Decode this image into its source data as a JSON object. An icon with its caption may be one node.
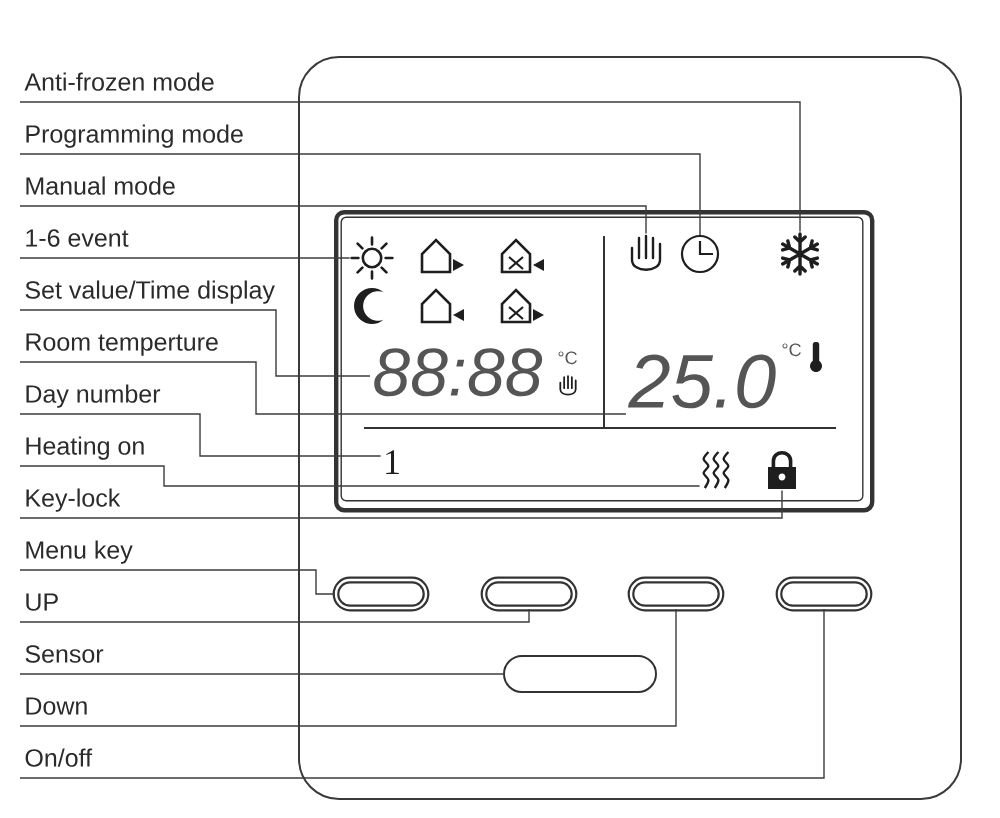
{
  "diagram": {
    "nodes": [
      {
        "text": [
          "Anti-frozen mode"
        ]
      },
      {
        "text": [
          "Programming mode"
        ]
      },
      {
        "text": [
          "Manual mode"
        ]
      },
      {
        "text": [
          "1-6 event"
        ]
      },
      {
        "text": [
          "Set value/Time display"
        ]
      },
      {
        "text": [
          "Room temperture"
        ]
      },
      {
        "text": [
          "Day number"
        ]
      },
      {
        "text": [
          "Heating on"
        ]
      },
      {
        "text": [
          "Key-lock"
        ]
      },
      {
        "text": [
          "Menu key"
        ]
      },
      {
        "text": [
          "UP"
        ]
      },
      {
        "text": [
          "Sensor"
        ]
      },
      {
        "text": [
          "Down"
        ]
      },
      {
        "text": [
          "On/off"
        ]
      },
      {
        "text": [],
        "shape": "box"
      },
      {
        "text": [],
        "shape": "box",
        "in": 14
      },
      {
        "text": [],
        "shape": "picture",
        "in": 15
      },
      {
        "text": [],
        "shape": "picture",
        "in": 15
      },
      {
        "text": [],
        "shape": "picture",
        "in": 15
      },
      {
        "text": [],
        "shape": "picture",
        "in": 15
      },
      {
        "text": [
          "88:88"
        ],
        "beside": [
          "°C"
        ],
        "in": 15
      },
      {
        "text": [
          "25.0"
        ],
        "beside": [
          "°C"
        ],
        "in": 15
      },
      {
        "text": [
          "1"
        ],
        "in": 15
      },
      {
        "text": [],
        "shape": "picture",
        "in": 15
      },
      {
        "text": [],
        "shape": "picture",
        "in": 15
      },
      {
        "text": [],
        "shape": "button",
        "in": 14
      },
      {
        "text": [],
        "shape": "button",
        "in": 14
      },
      {
        "text": [],
        "shape": "button",
        "in": 14
      },
      {
        "text": [],
        "shape": "button",
        "in": 14
      },
      {
        "text": [],
        "shape": "box",
        "in": 14
      }
    ],
    "edges": [
      {
        "from": 0,
        "to": 16,
        "arrow": "none"
      },
      {
        "from": 1,
        "to": 17,
        "arrow": "none"
      },
      {
        "from": 2,
        "to": 18,
        "arrow": "none"
      },
      {
        "from": 3,
        "to": 19,
        "arrow": "none"
      },
      {
        "from": 4,
        "to": 20,
        "arrow": "none"
      },
      {
        "from": 5,
        "to": 21,
        "arrow": "none"
      },
      {
        "from": 6,
        "to": 22,
        "arrow": "none"
      },
      {
        "from": 7,
        "to": 23,
        "arrow": "none"
      },
      {
        "from": 8,
        "to": 24,
        "arrow": "none"
      },
      {
        "from": 9,
        "to": 25,
        "arrow": "none"
      },
      {
        "from": 10,
        "to": 26,
        "arrow": "none"
      },
      {
        "from": 11,
        "to": 29,
        "arrow": "none"
      },
      {
        "from": 12,
        "to": 27,
        "arrow": "none"
      },
      {
        "from": 13,
        "to": 28,
        "arrow": "none"
      }
    ]
  }
}
